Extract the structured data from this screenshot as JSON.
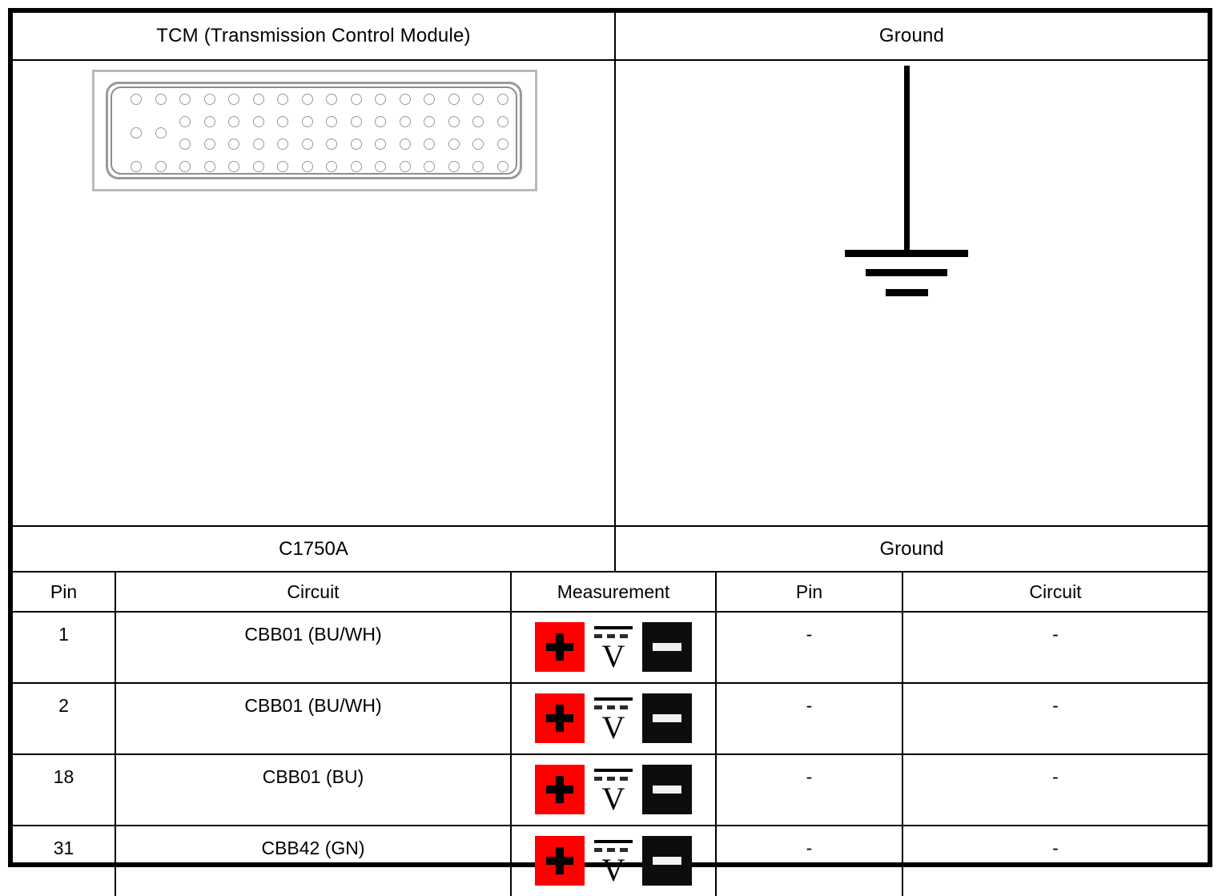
{
  "header": {
    "left_title": "TCM (Transmission Control Module)",
    "right_title": "Ground"
  },
  "connector_names": {
    "left": "C1750A",
    "right": "Ground"
  },
  "connector": {
    "name": "C1750A",
    "description": "TCM connector pin layout",
    "columns": 16,
    "rows": 4,
    "pins_visible": true,
    "pin_numbers_legible": false
  },
  "ground_symbol": {
    "name": "earth-ground",
    "bars": 3
  },
  "table": {
    "headers": {
      "pin_left": "Pin",
      "circuit_left": "Circuit",
      "measurement": "Measurement",
      "pin_right": "Pin",
      "circuit_right": "Circuit"
    },
    "rows": [
      {
        "pin_left": "1",
        "circuit_left": "CBB01 (BU/WH)",
        "measurement": {
          "positive": "+",
          "mode": "V",
          "mode_label": "DC volts",
          "negative": "−"
        },
        "pin_right": "-",
        "circuit_right": "-"
      },
      {
        "pin_left": "2",
        "circuit_left": "CBB01 (BU/WH)",
        "measurement": {
          "positive": "+",
          "mode": "V",
          "mode_label": "DC volts",
          "negative": "−"
        },
        "pin_right": "-",
        "circuit_right": "-"
      },
      {
        "pin_left": "18",
        "circuit_left": "CBB01 (BU)",
        "measurement": {
          "positive": "+",
          "mode": "V",
          "mode_label": "DC volts",
          "negative": "−"
        },
        "pin_right": "-",
        "circuit_right": "-"
      },
      {
        "pin_left": "31",
        "circuit_left": "CBB42 (GN)",
        "measurement": {
          "positive": "+",
          "mode": "V",
          "mode_label": "DC volts",
          "negative": "−"
        },
        "pin_right": "-",
        "circuit_right": "-"
      }
    ]
  },
  "colors": {
    "positive_probe": "#FF0000",
    "negative_probe": "#0D0D0D",
    "border": "#000000",
    "connector_outline": "#9A9A9A"
  }
}
